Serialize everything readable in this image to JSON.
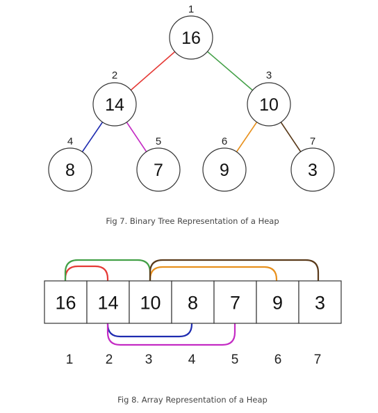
{
  "tree": {
    "nodes": [
      {
        "value": "16",
        "index": "1"
      },
      {
        "value": "14",
        "index": "2"
      },
      {
        "value": "10",
        "index": "3"
      },
      {
        "value": "8",
        "index": "4"
      },
      {
        "value": "7",
        "index": "5"
      },
      {
        "value": "9",
        "index": "6"
      },
      {
        "value": "3",
        "index": "7"
      }
    ],
    "edges": [
      {
        "from": 1,
        "to": 2,
        "color": "#e53935"
      },
      {
        "from": 1,
        "to": 3,
        "color": "#43a047"
      },
      {
        "from": 2,
        "to": 4,
        "color": "#1e2bb0"
      },
      {
        "from": 2,
        "to": 5,
        "color": "#c42bc4"
      },
      {
        "from": 3,
        "to": 6,
        "color": "#e8901c"
      },
      {
        "from": 3,
        "to": 7,
        "color": "#5a3a1a"
      }
    ],
    "caption": "Fig 7. Binary Tree Representation of a Heap"
  },
  "array": {
    "cells": [
      {
        "value": "16",
        "index": "1"
      },
      {
        "value": "14",
        "index": "2"
      },
      {
        "value": "10",
        "index": "3"
      },
      {
        "value": "8",
        "index": "4"
      },
      {
        "value": "7",
        "index": "5"
      },
      {
        "value": "9",
        "index": "6"
      },
      {
        "value": "3",
        "index": "7"
      }
    ],
    "arcs": [
      {
        "from": 1,
        "to": 2,
        "side": "top",
        "color": "#e53935"
      },
      {
        "from": 1,
        "to": 3,
        "side": "top",
        "color": "#43a047"
      },
      {
        "from": 3,
        "to": 6,
        "side": "top",
        "color": "#e8901c"
      },
      {
        "from": 3,
        "to": 7,
        "side": "top",
        "color": "#5a3a1a"
      },
      {
        "from": 2,
        "to": 4,
        "side": "bottom",
        "color": "#1e2bb0"
      },
      {
        "from": 2,
        "to": 5,
        "side": "bottom",
        "color": "#c42bc4"
      }
    ],
    "caption": "Fig 8. Array Representation of a Heap"
  }
}
